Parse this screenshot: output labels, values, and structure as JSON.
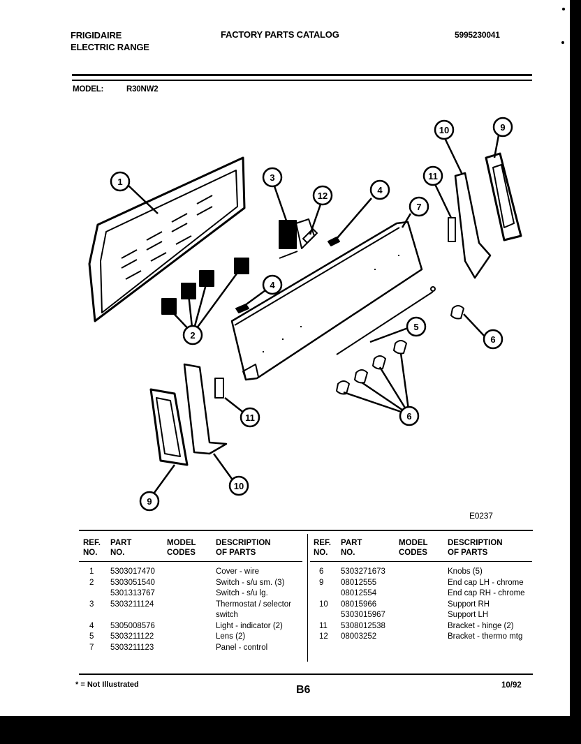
{
  "header": {
    "brand": "FRIGIDAIRE",
    "product": "ELECTRIC RANGE",
    "title": "FACTORY PARTS CATALOG",
    "catalog_number": "5995230041",
    "model_label": "MODEL:",
    "model_value": "R30NW2"
  },
  "diagram": {
    "figure_code": "E0237",
    "callouts": [
      "1",
      "2",
      "3",
      "4",
      "4",
      "5",
      "6",
      "6",
      "7",
      "9",
      "9",
      "10",
      "10",
      "11",
      "11",
      "12"
    ]
  },
  "table": {
    "headers": {
      "ref": "REF.\nNO.",
      "part": "PART\nNO.",
      "model": "MODEL\nCODES",
      "desc": "DESCRIPTION\nOF PARTS"
    },
    "left": [
      {
        "ref": "1",
        "part": "5303017470",
        "desc": "Cover - wire"
      },
      {
        "ref": "2",
        "part": "5303051540",
        "desc": "Switch - s/u sm.  (3)"
      },
      {
        "ref": "",
        "part": "5301313767",
        "desc": "Switch - s/u  lg."
      },
      {
        "ref": "3",
        "part": "5303211124",
        "desc": "Thermostat / selector"
      },
      {
        "ref": "",
        "part": "",
        "desc": "switch"
      },
      {
        "ref": "4",
        "part": "5305008576",
        "desc": "Light - indicator (2)"
      },
      {
        "ref": "5",
        "part": "5303211122",
        "desc": "Lens (2)"
      },
      {
        "ref": "7",
        "part": "5303211123",
        "desc": "Panel - control"
      }
    ],
    "right": [
      {
        "ref": "6",
        "part": "5303271673",
        "desc": "Knobs (5)"
      },
      {
        "ref": "9",
        "part": "08012555",
        "desc": "End cap LH - chrome"
      },
      {
        "ref": "",
        "part": "08012554",
        "desc": "End cap RH - chrome"
      },
      {
        "ref": "10",
        "part": "08015966",
        "desc": "Support RH"
      },
      {
        "ref": "",
        "part": "5303015967",
        "desc": "Support LH"
      },
      {
        "ref": "11",
        "part": "5308012538",
        "desc": "Bracket - hinge (2)"
      },
      {
        "ref": "12",
        "part": "08003252",
        "desc": "Bracket - thermo mtg"
      }
    ]
  },
  "footer": {
    "note": "* = Not Illustrated",
    "page": "B6",
    "date": "10/92"
  }
}
